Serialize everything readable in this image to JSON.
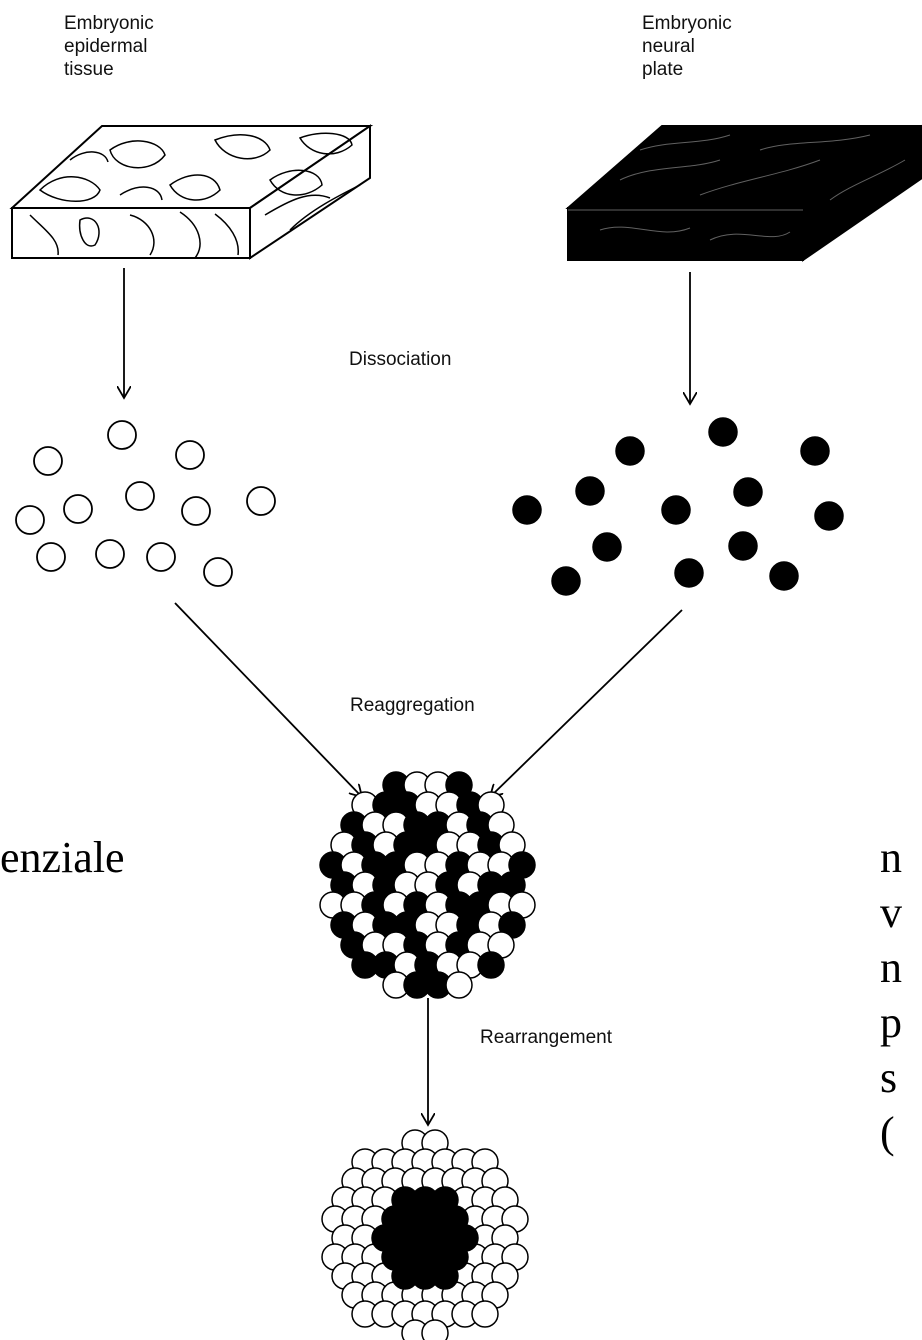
{
  "labels": {
    "epidermal": [
      "Embryonic",
      "epidermal",
      "tissue"
    ],
    "neural": [
      "Embryonic",
      "neural",
      "plate"
    ]
  },
  "steps": {
    "dissociation": "Dissociation",
    "reaggregation": "Reaggregation",
    "rearrangement": "Rearrangement"
  },
  "page_text": {
    "left_fragment": "enziale",
    "right_fragments": [
      "n",
      "v",
      "n",
      "p",
      "s",
      "("
    ]
  },
  "colors": {
    "ink": "#000000",
    "background": "#ffffff"
  }
}
